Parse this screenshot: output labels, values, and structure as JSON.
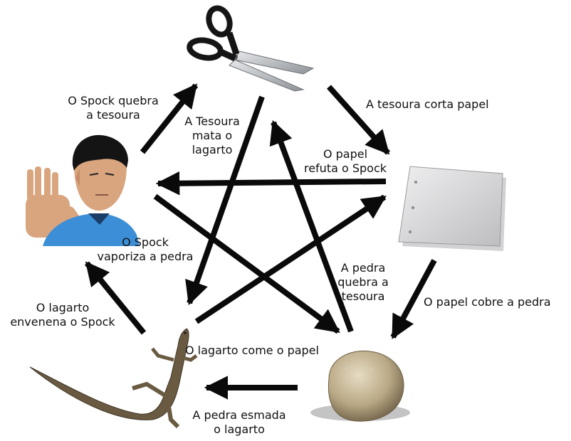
{
  "nodes": [
    {
      "id": "scissors",
      "icon": "scissors-icon"
    },
    {
      "id": "paper",
      "icon": "paper-sheet-icon"
    },
    {
      "id": "rock",
      "icon": "rock-icon"
    },
    {
      "id": "lizard",
      "icon": "lizard-icon"
    },
    {
      "id": "spock",
      "icon": "spock-icon"
    }
  ],
  "labels": {
    "spock_breaks_scissors": [
      "O Spock quebra",
      "a tesoura"
    ],
    "scissors_cuts_paper": [
      "A tesoura corta papel"
    ],
    "scissors_kills_lizard": [
      "A Tesoura",
      "mata o",
      "lagarto"
    ],
    "paper_disproves_spock": [
      "O papel",
      "refuta o Spock"
    ],
    "spock_vaporizes_rock": [
      "O Spock",
      "vaporiza  a pedra"
    ],
    "rock_crushes_scissors": [
      "A pedra",
      "quebra a",
      "tesoura"
    ],
    "paper_covers_rock": [
      "O papel cobre a pedra"
    ],
    "lizard_poisons_spock": [
      "O lagarto",
      "envenena  o Spock"
    ],
    "lizard_eats_paper": [
      "O lagarto come o papel"
    ],
    "rock_crushes_lizard": [
      "A pedra esmada",
      "o lagarto"
    ]
  },
  "colors": {
    "arrow": "#0a0a0a",
    "scissors_handle": "#151515",
    "scissors_blade": "#b9bdc2",
    "paper": "#d9d9db",
    "rock": "#b8a888",
    "lizard": "#6a5a42",
    "spock_shirt": "#3c8fd6",
    "spock_skin": "#d8a57f"
  }
}
